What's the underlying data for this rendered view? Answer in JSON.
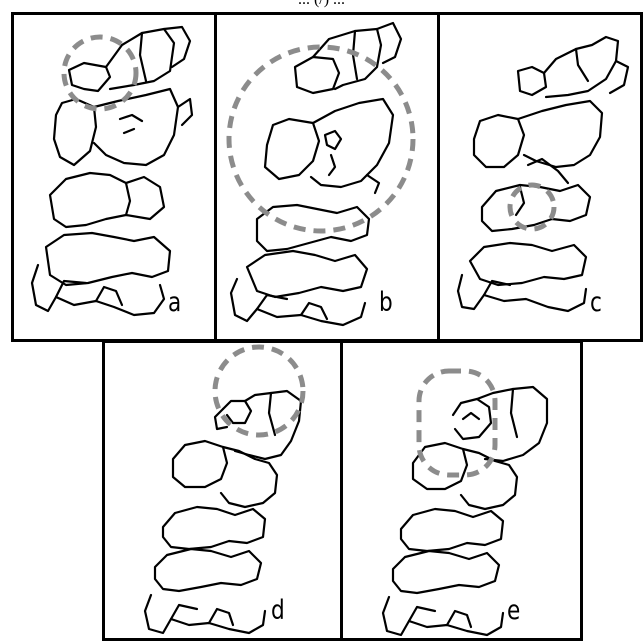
{
  "figure": {
    "caption_fragment": "... (/) ... ",
    "ring_color": "#8c8c8c",
    "line_color": "#000000"
  },
  "panels": [
    {
      "id": "a",
      "label": "a"
    },
    {
      "id": "b",
      "label": "b"
    },
    {
      "id": "c",
      "label": "c"
    },
    {
      "id": "d",
      "label": "d"
    },
    {
      "id": "e",
      "label": "e"
    }
  ]
}
